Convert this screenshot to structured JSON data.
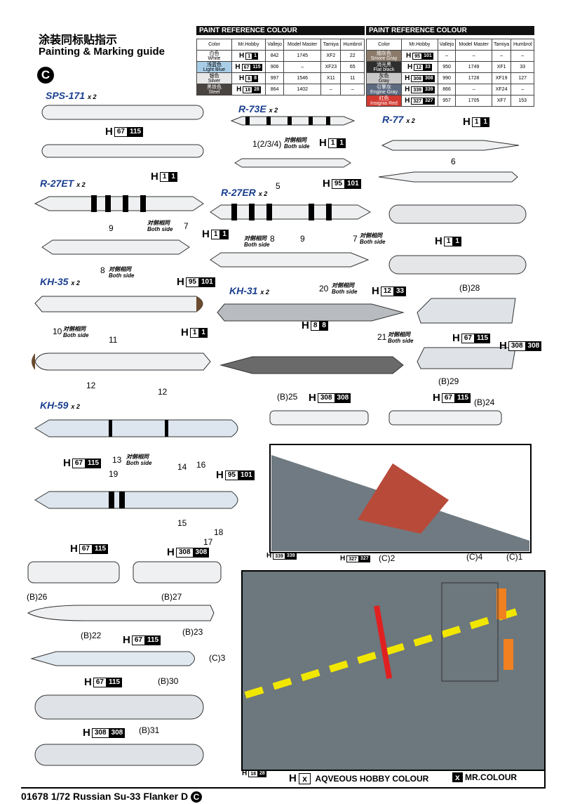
{
  "title": {
    "cn": "涂装同标贴指示",
    "en": "Painting & Marking guide",
    "section": "C"
  },
  "paint_tables": [
    {
      "header": "PAINT  REFERENCE COLOUR",
      "columns": [
        "Color",
        "Mr.Hobby",
        "Vallejo",
        "Model Master",
        "Tamiya",
        "Humbrol"
      ],
      "rows": [
        {
          "cn": "白色",
          "en": "White",
          "color": "#ffffff",
          "h": [
            "1",
            "1"
          ],
          "vallejo": "842",
          "mm": "1745",
          "tamiya": "XF2",
          "humbrol": "22"
        },
        {
          "cn": "浅蓝色",
          "en": "Light Blue",
          "color": "#a9cde6",
          "h": [
            "67",
            "115"
          ],
          "vallejo": "906",
          "mm": "–",
          "tamiya": "XF23",
          "humbrol": "65"
        },
        {
          "cn": "银色",
          "en": "Silver",
          "color": "#e8e8e8",
          "h": [
            "8",
            "8"
          ],
          "vallejo": "997",
          "mm": "1546",
          "tamiya": "X11",
          "humbrol": "11"
        },
        {
          "cn": "黑铁色",
          "en": "Steel",
          "color": "#4a4441",
          "h": [
            "18",
            "28"
          ],
          "vallejo": "864",
          "mm": "1402",
          "tamiya": "–",
          "humbrol": "–"
        }
      ]
    },
    {
      "header": "PAINT  REFERENCE COLOUR",
      "columns": [
        "Color",
        "Mr.Hobby",
        "Vallejo",
        "Model Master",
        "Tamiya",
        "Humbrol"
      ],
      "rows": [
        {
          "cn": "烟灰色",
          "en": "Smore Gray",
          "color": "#8b7a6a",
          "h": [
            "95",
            "101"
          ],
          "vallejo": "–",
          "mm": "–",
          "tamiya": "–",
          "humbrol": "–"
        },
        {
          "cn": "消光黑",
          "en": "Flat black",
          "color": "#2e2e2e",
          "h": [
            "12",
            "33"
          ],
          "vallejo": "950",
          "mm": "1749",
          "tamiya": "XF1",
          "humbrol": "33"
        },
        {
          "cn": "灰色",
          "en": "Gray",
          "color": "#c8c8c8",
          "h": [
            "308",
            "308"
          ],
          "vallejo": "990",
          "mm": "1728",
          "tamiya": "XF19",
          "humbrol": "127"
        },
        {
          "cn": "引擎灰",
          "en": "Engine Gray",
          "color": "#5d6a80",
          "h": [
            "339",
            "339"
          ],
          "vallejo": "866",
          "mm": "–",
          "tamiya": "XF24",
          "humbrol": "–"
        },
        {
          "cn": "红色",
          "en": "Insignia Red",
          "color": "#d13a32",
          "h": [
            "327",
            "327"
          ],
          "vallejo": "957",
          "mm": "1705",
          "tamiya": "XF7",
          "humbrol": "153"
        }
      ]
    }
  ],
  "both_side": {
    "cn": "对侧相同",
    "en": "Both side"
  },
  "labels": {
    "sps": "SPS-171",
    "r73": "R-73E",
    "r77": "R-77",
    "r27et": "R-27ET",
    "r27er": "R-27ER",
    "kh35": "KH-35",
    "kh31": "KH-31",
    "kh59": "KH-59",
    "x2": "x 2",
    "n1234": "1(2/3/4)",
    "n5": "5",
    "n6": "6",
    "n7": "7",
    "n8": "8",
    "n9": "9",
    "n10": "10",
    "n11": "11",
    "n12": "12",
    "n13": "13",
    "n14": "14",
    "n15": "15",
    "n16": "16",
    "n17": "17",
    "n18": "18",
    "n19": "19",
    "n20": "20",
    "n21": "21",
    "b22": "(B)22",
    "b23": "(B)23",
    "b24": "(B)24",
    "b25": "(B)25",
    "b26": "(B)26",
    "b27": "(B)27",
    "b28": "(B)28",
    "b29": "(B)29",
    "b30": "(B)30",
    "b31": "(B)31",
    "c1": "(C)1",
    "c2": "(C)2",
    "c3": "(C)3",
    "c4": "(C)4"
  },
  "legend": {
    "h": "H",
    "x": "x",
    "aqueous": "AQVEOUS HOBBY COLOUR",
    "mr": "MR.COLOUR"
  },
  "footer": "01678 1/72 Russian Su-33 Flanker D"
}
